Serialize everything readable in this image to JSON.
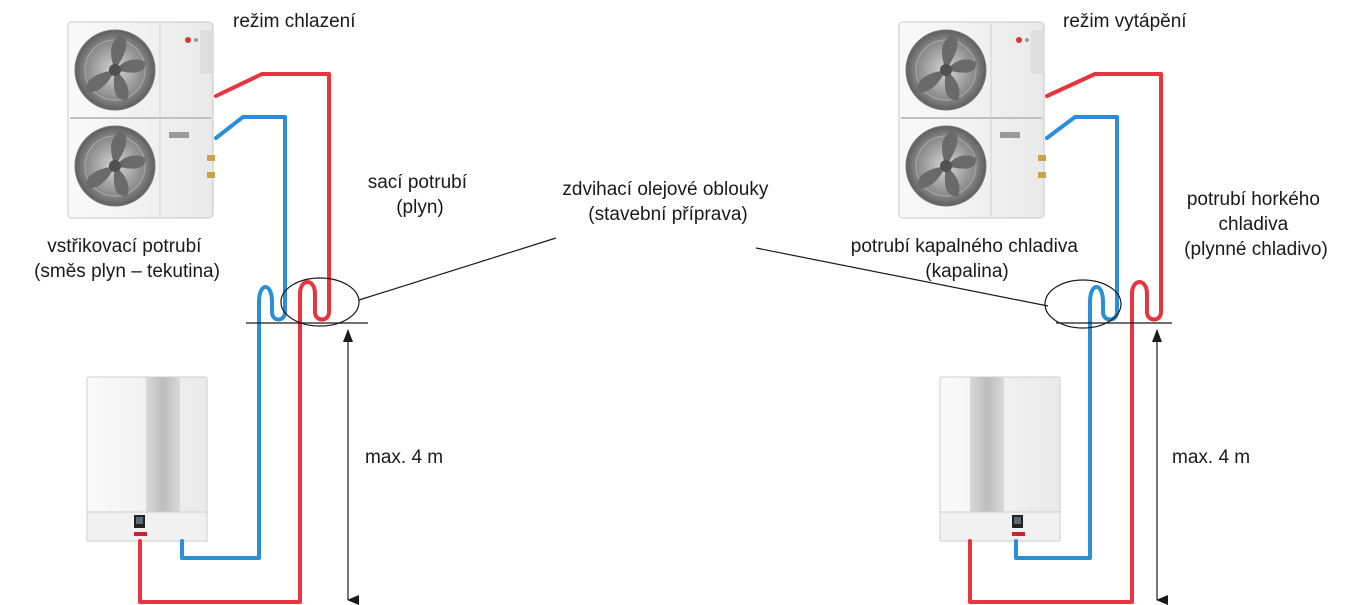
{
  "colors": {
    "pipe_hot": "#e8343f",
    "pipe_cold": "#2a8fd6",
    "line": "#1a1a1a",
    "unit_body": "#f4f4f4"
  },
  "left": {
    "mode": "režim chlazení",
    "suction": [
      "sací potrubí",
      "(plyn)"
    ],
    "injection": [
      "vstřikovací potrubí",
      "(směs plyn – tekutina)"
    ],
    "height": "max. 4 m"
  },
  "center": {
    "oil_bends": [
      "zdvihací olejové oblouky",
      "(stavební příprava)"
    ]
  },
  "right": {
    "mode": "režim vytápění",
    "liquid": [
      "potrubí kapalného chladiva",
      "(kapalina)"
    ],
    "hotgas": [
      "potrubí horkého",
      "chladiva",
      "(plynné chladivo)"
    ],
    "height": "max. 4 m"
  },
  "icons": {
    "outdoor_unit": "outdoor-heat-pump-unit-icon",
    "indoor_unit": "indoor-wall-unit-icon",
    "fan": "fan-icon",
    "arrow": "double-arrow-icon"
  }
}
